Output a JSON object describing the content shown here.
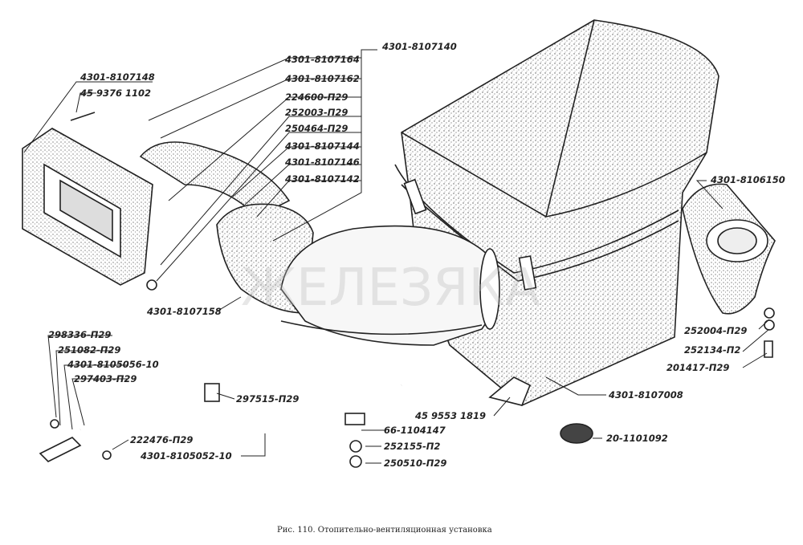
{
  "caption": "Рис. 110. Отопительно-вентиляционная установка",
  "labels": {
    "l_4301_8107140": "4301-8107140",
    "l_4301_8107164": "4301-8107164",
    "l_4301_8107162": "4301-8107162",
    "l_224600_P29": "224600-П29",
    "l_252003_P29": "252003-П29",
    "l_250464_P29": "250464-П29",
    "l_4301_8107144": "4301-8107144",
    "l_4301_8107146": "4301-8107146",
    "l_4301_8107142": "4301-8107142",
    "l_4301_8107148": "4301-8107148",
    "l_45_9376_1102": "45 9376 1102",
    "l_4301_8107158": "4301-8107158",
    "l_4301_8106150": "4301-8106150",
    "l_252004_P29": "252004-П29",
    "l_252134_P2": "252134-П2",
    "l_201417_P29": "201417-П29",
    "l_4301_8107008": "4301-8107008",
    "l_45_9553_1819": "45 9553 1819",
    "l_20_1101092": "20-1101092",
    "l_66_1104147": "66-1104147",
    "l_252155_P2": "252155-П2",
    "l_250510_P29": "250510-П29",
    "l_297515_P29": "297515-П29",
    "l_298336_P29": "298336-П29",
    "l_251082_P29": "251082-П29",
    "l_4301_8105056_10": "4301-8105056-10",
    "l_297403_P29": "297403-П29",
    "l_222476_P29": "222476-П29",
    "l_4301_8105052_10": "4301-8105052-10"
  },
  "watermark": "ЖЕЛЕЗЯКА"
}
